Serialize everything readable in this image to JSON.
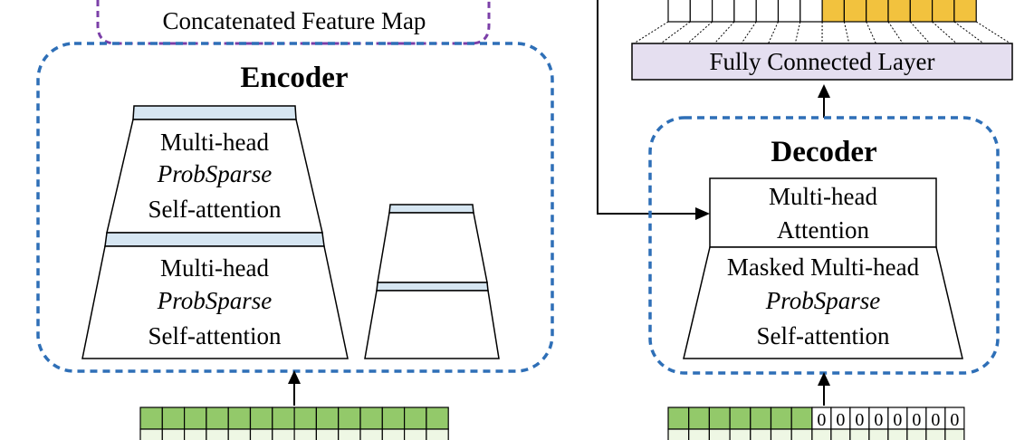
{
  "concat_label": "Concatenated Feature Map",
  "encoder": {
    "title": "Encoder",
    "block1": {
      "line1": "Multi-head",
      "line2": "ProbSparse",
      "line3": "Self-attention"
    },
    "block2": {
      "line1": "Multi-head",
      "line2": "ProbSparse",
      "line3": "Self-attention"
    }
  },
  "decoder": {
    "title": "Decoder",
    "attn": {
      "line1": "Multi-head",
      "line2": "Attention"
    },
    "masked": {
      "line1": "Masked Multi-head",
      "line2": "ProbSparse",
      "line3": "Self-attention"
    },
    "input_zeros": [
      "0",
      "0",
      "0",
      "0",
      "0",
      "0",
      "0",
      "0"
    ]
  },
  "fc_label": "Fully Connected Layer",
  "colors": {
    "blue_dash": "#2e6fb7",
    "purple_dash": "#7b3fa8",
    "green": "#93c96a",
    "light_green": "#eef7e4",
    "yellow": "#f2c23e",
    "light_blue_bar": "#d6e6f2",
    "fc_fill": "#e5dff0"
  }
}
